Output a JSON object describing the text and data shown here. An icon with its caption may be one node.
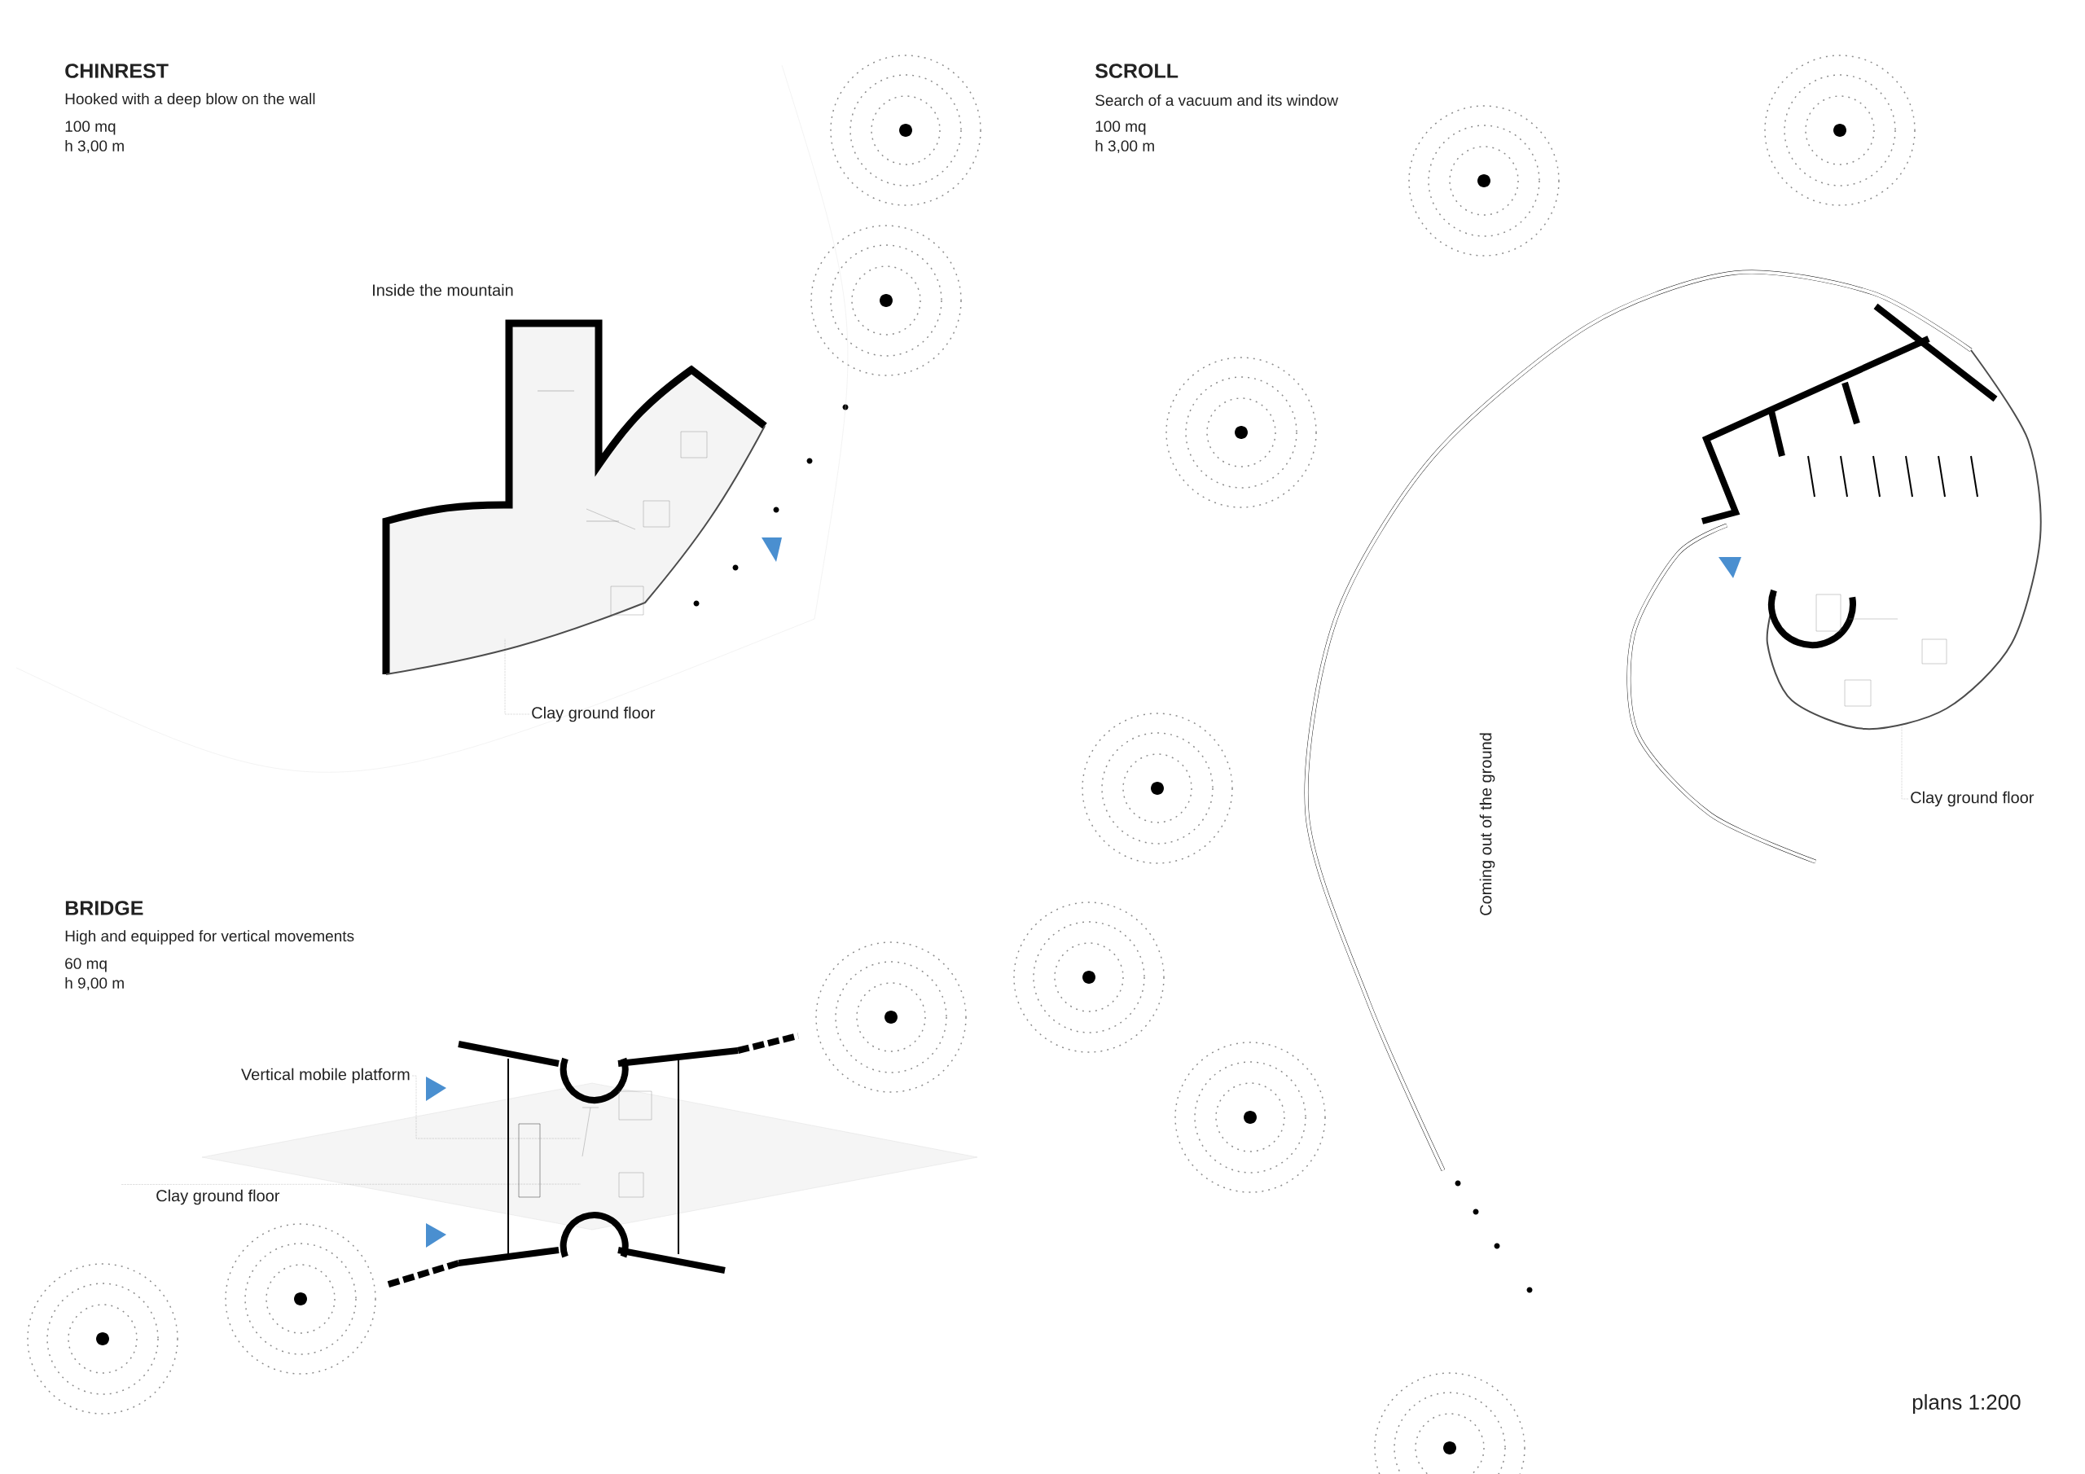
{
  "diagram": {
    "nodes": [
      {
        "text": [
          "Clay ground floor"
        ]
      },
      {
        "text": [
          "Vertical mobile platform"
        ]
      },
      {
        "text": [
          "Clay ground floor"
        ]
      },
      {
        "text": [
          "Clay ground floor"
        ]
      }
    ],
    "edges": [
      {
        "from": 0,
        "to": null,
        "arrow": "none"
      },
      {
        "from": 1,
        "to": null,
        "arrow": "none"
      },
      {
        "from": 2,
        "to": null,
        "arrow": "none"
      },
      {
        "from": 3,
        "to": null,
        "arrow": "none"
      }
    ],
    "labels": [
      "CHINREST",
      "Hooked with a deep blow on the wall",
      "100 mq",
      "h 3,00 m",
      "Inside the mountain",
      "SCROLL",
      "Search of a vacuum and its window",
      "100 mq",
      "h 3,00 m",
      "Coming out of the ground",
      "BRIDGE",
      "High and equipped for vertical movements",
      "60 mq",
      "h 9,00 m",
      "plans 1:200"
    ]
  }
}
